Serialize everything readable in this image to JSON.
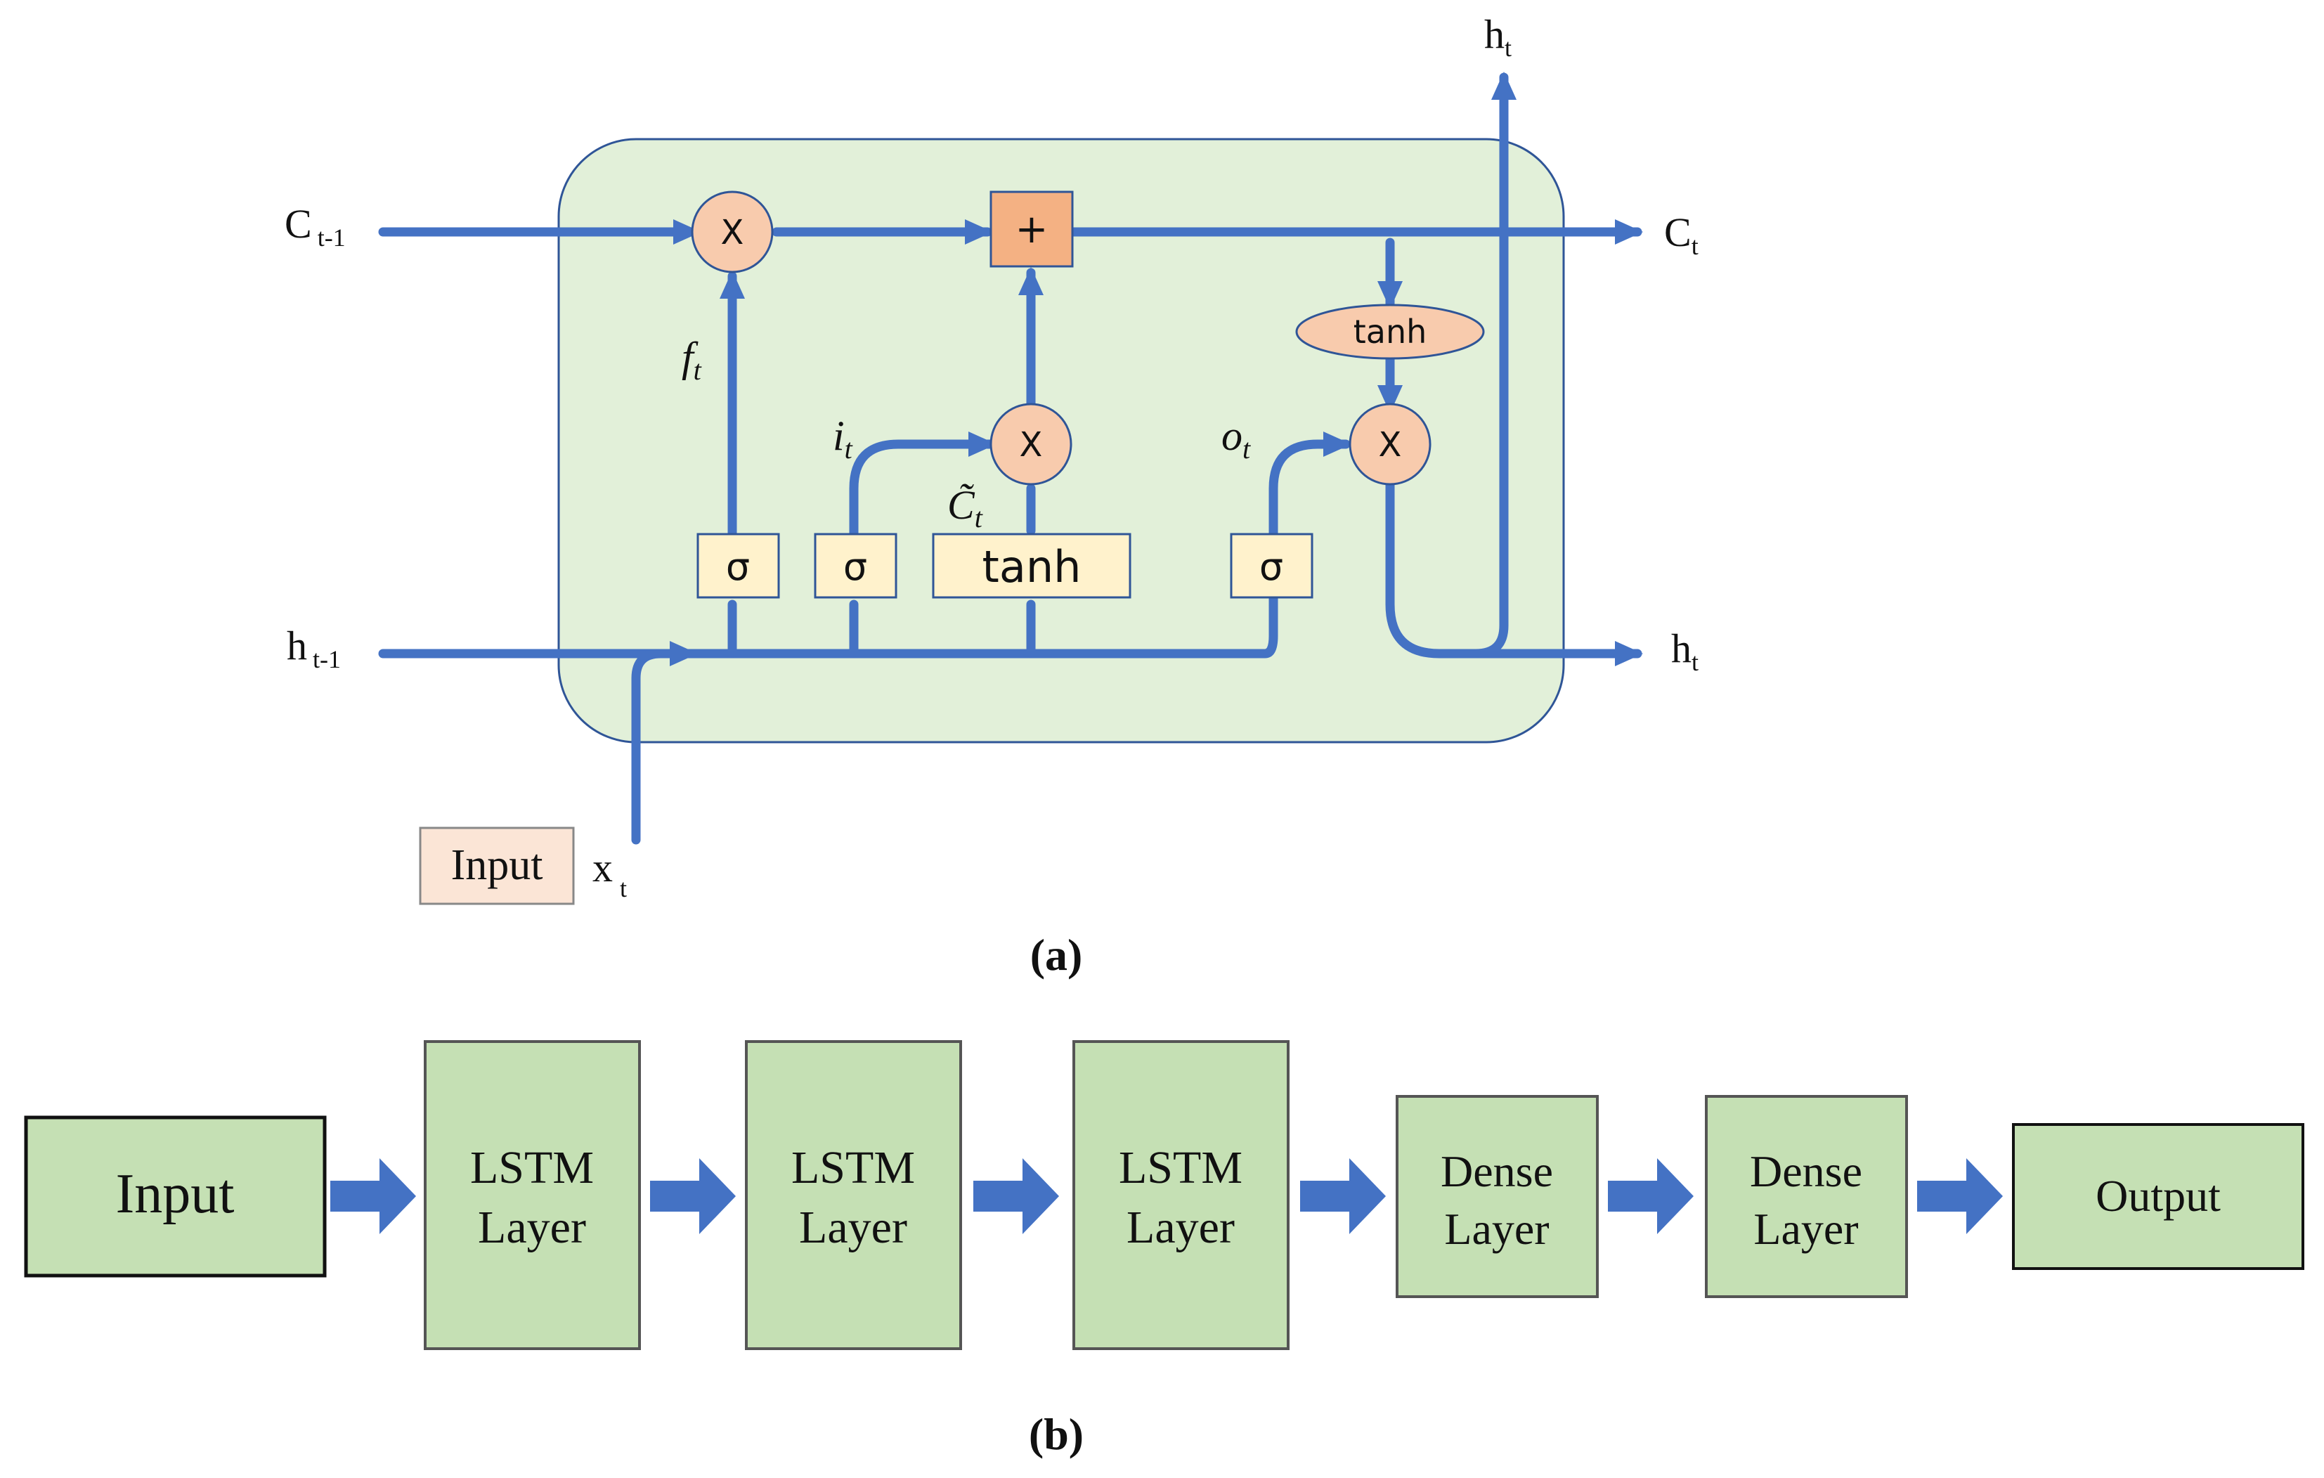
{
  "panel_a": {
    "caption": "(a)",
    "ops": {
      "forget_mult": "X",
      "add": "+",
      "input_mult": "X",
      "output_mult": "X",
      "cell_tanh": "tanh"
    },
    "gates": {
      "forget_sigma": "σ",
      "input_sigma": "σ",
      "candidate_tanh": "tanh",
      "output_sigma": "σ"
    },
    "labels": {
      "f": "f",
      "f_sub": "t",
      "i": "i",
      "i_sub": "t",
      "c_tilde": "C̃",
      "c_tilde_sub": "t",
      "o": "o",
      "o_sub": "t"
    },
    "io": {
      "c_prev": "C",
      "c_prev_sub": "t-1",
      "h_prev": "h",
      "h_prev_sub": "t-1",
      "c_out": "C",
      "c_out_sub": "t",
      "h_out_right": "h",
      "h_out_right_sub": "t",
      "h_out_top": "h",
      "h_out_top_sub": "t",
      "input_box": "Input",
      "x": "x",
      "x_sub": "t"
    },
    "colors": {
      "cell_fill": "#e2f0d9",
      "cell_stroke": "#2f5597",
      "arrow": "#4472c4",
      "op_fill": "#f8cbad",
      "add_fill": "#f4b183",
      "gate_fill": "#fff2cc",
      "input_fill": "#fbe5d6"
    }
  },
  "panel_b": {
    "caption": "(b)",
    "blocks": [
      {
        "line1": "Input",
        "line2": ""
      },
      {
        "line1": "LSTM",
        "line2": "Layer"
      },
      {
        "line1": "LSTM",
        "line2": "Layer"
      },
      {
        "line1": "LSTM",
        "line2": "Layer"
      },
      {
        "line1": "Dense",
        "line2": "Layer"
      },
      {
        "line1": "Dense",
        "line2": "Layer"
      },
      {
        "line1": "Output",
        "line2": ""
      }
    ],
    "colors": {
      "block_fill": "#c5e0b4",
      "arrow": "#4472c4"
    }
  }
}
